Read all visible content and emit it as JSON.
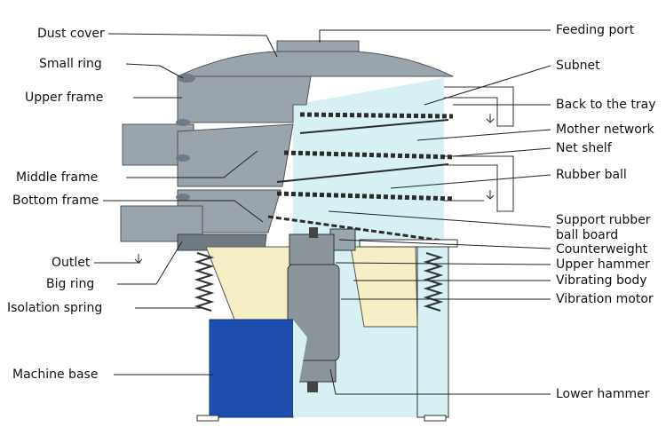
{
  "labels": {
    "dust_cover": "Dust cover",
    "small_ring": "Small ring",
    "upper_frame": "Upper frame",
    "middle_frame": "Middle frame",
    "bottom_frame": "Bottom frame",
    "outlet": "Outlet",
    "big_ring": "Big ring",
    "isolation_spring": "Isolation spring",
    "machine_base": "Machine base",
    "feeding_port": "Feeding port",
    "subnet": "Subnet",
    "back_to_tray": "Back to the tray",
    "mother_network": "Mother network",
    "net_shelf": "Net shelf",
    "rubber_ball": "Rubber ball",
    "support_rubber_1": "Support rubber",
    "support_rubber_2": "ball board",
    "counterweight": "Counterweight",
    "upper_hammer": "Upper hammer",
    "vibrating_body": "Vibrating body",
    "vibration_motor": "Vibration motor",
    "lower_hammer": "Lower hammer"
  },
  "colors": {
    "frame_gray": "#9aa4ad",
    "frame_dark": "#6f7a84",
    "interior_blue": "#d6f0f4",
    "base_blue": "#1f4fae",
    "motor_gray": "#8c949b",
    "cone_yellow": "#f6efc6",
    "mesh": "#2b2b2b",
    "spring": "#333333",
    "leader": "#222222"
  }
}
